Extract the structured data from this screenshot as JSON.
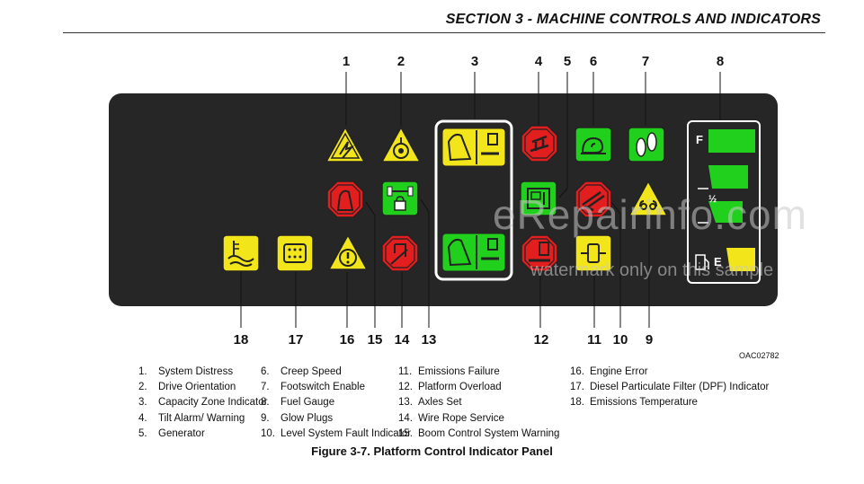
{
  "header": {
    "title": "SECTION 3 - MACHINE CONTROLS AND INDICATORS"
  },
  "callouts_top": [
    "1",
    "2",
    "3",
    "4",
    "5",
    "6",
    "7",
    "8"
  ],
  "callouts_bottom": [
    "18",
    "17",
    "16",
    "15",
    "14",
    "13",
    "12",
    "11",
    "10",
    "9"
  ],
  "fuel_gauge": {
    "full_label": "F",
    "half_label": "½",
    "empty_label": "E"
  },
  "colors": {
    "yellow": "#f2e61a",
    "green": "#21d01c",
    "red": "#e21e1e",
    "panel": "#262626"
  },
  "legend": {
    "col1": [
      {
        "n": "1.",
        "t": "System Distress"
      },
      {
        "n": "2.",
        "t": "Drive Orientation"
      },
      {
        "n": "3.",
        "t": "Capacity Zone Indicator"
      },
      {
        "n": "4.",
        "t": "Tilt Alarm/ Warning"
      },
      {
        "n": "5.",
        "t": "Generator"
      }
    ],
    "col2": [
      {
        "n": "6.",
        "t": "Creep Speed"
      },
      {
        "n": "7.",
        "t": "Footswitch Enable"
      },
      {
        "n": "8.",
        "t": "Fuel Gauge"
      },
      {
        "n": "9.",
        "t": "Glow Plugs"
      },
      {
        "n": "10.",
        "t": "Level System Fault Indicator"
      }
    ],
    "col3": [
      {
        "n": "11.",
        "t": "Emissions Failure"
      },
      {
        "n": "12.",
        "t": "Platform Overload"
      },
      {
        "n": "13.",
        "t": "Axles Set"
      },
      {
        "n": "14.",
        "t": "Wire Rope Service"
      },
      {
        "n": "15.",
        "t": "Boom Control System Warning"
      }
    ],
    "col4": [
      {
        "n": "16.",
        "t": "Engine Error"
      },
      {
        "n": "17.",
        "t": "Diesel Particulate Filter (DPF) Indicator"
      },
      {
        "n": "18.",
        "t": "Emissions Temperature"
      }
    ]
  },
  "figure_code": "OAC02782",
  "caption": "Figure 3-7. Platform Control Indicator Panel",
  "watermark": {
    "main": "eRepairinfo.com",
    "sub": "watermark only on this sample"
  }
}
